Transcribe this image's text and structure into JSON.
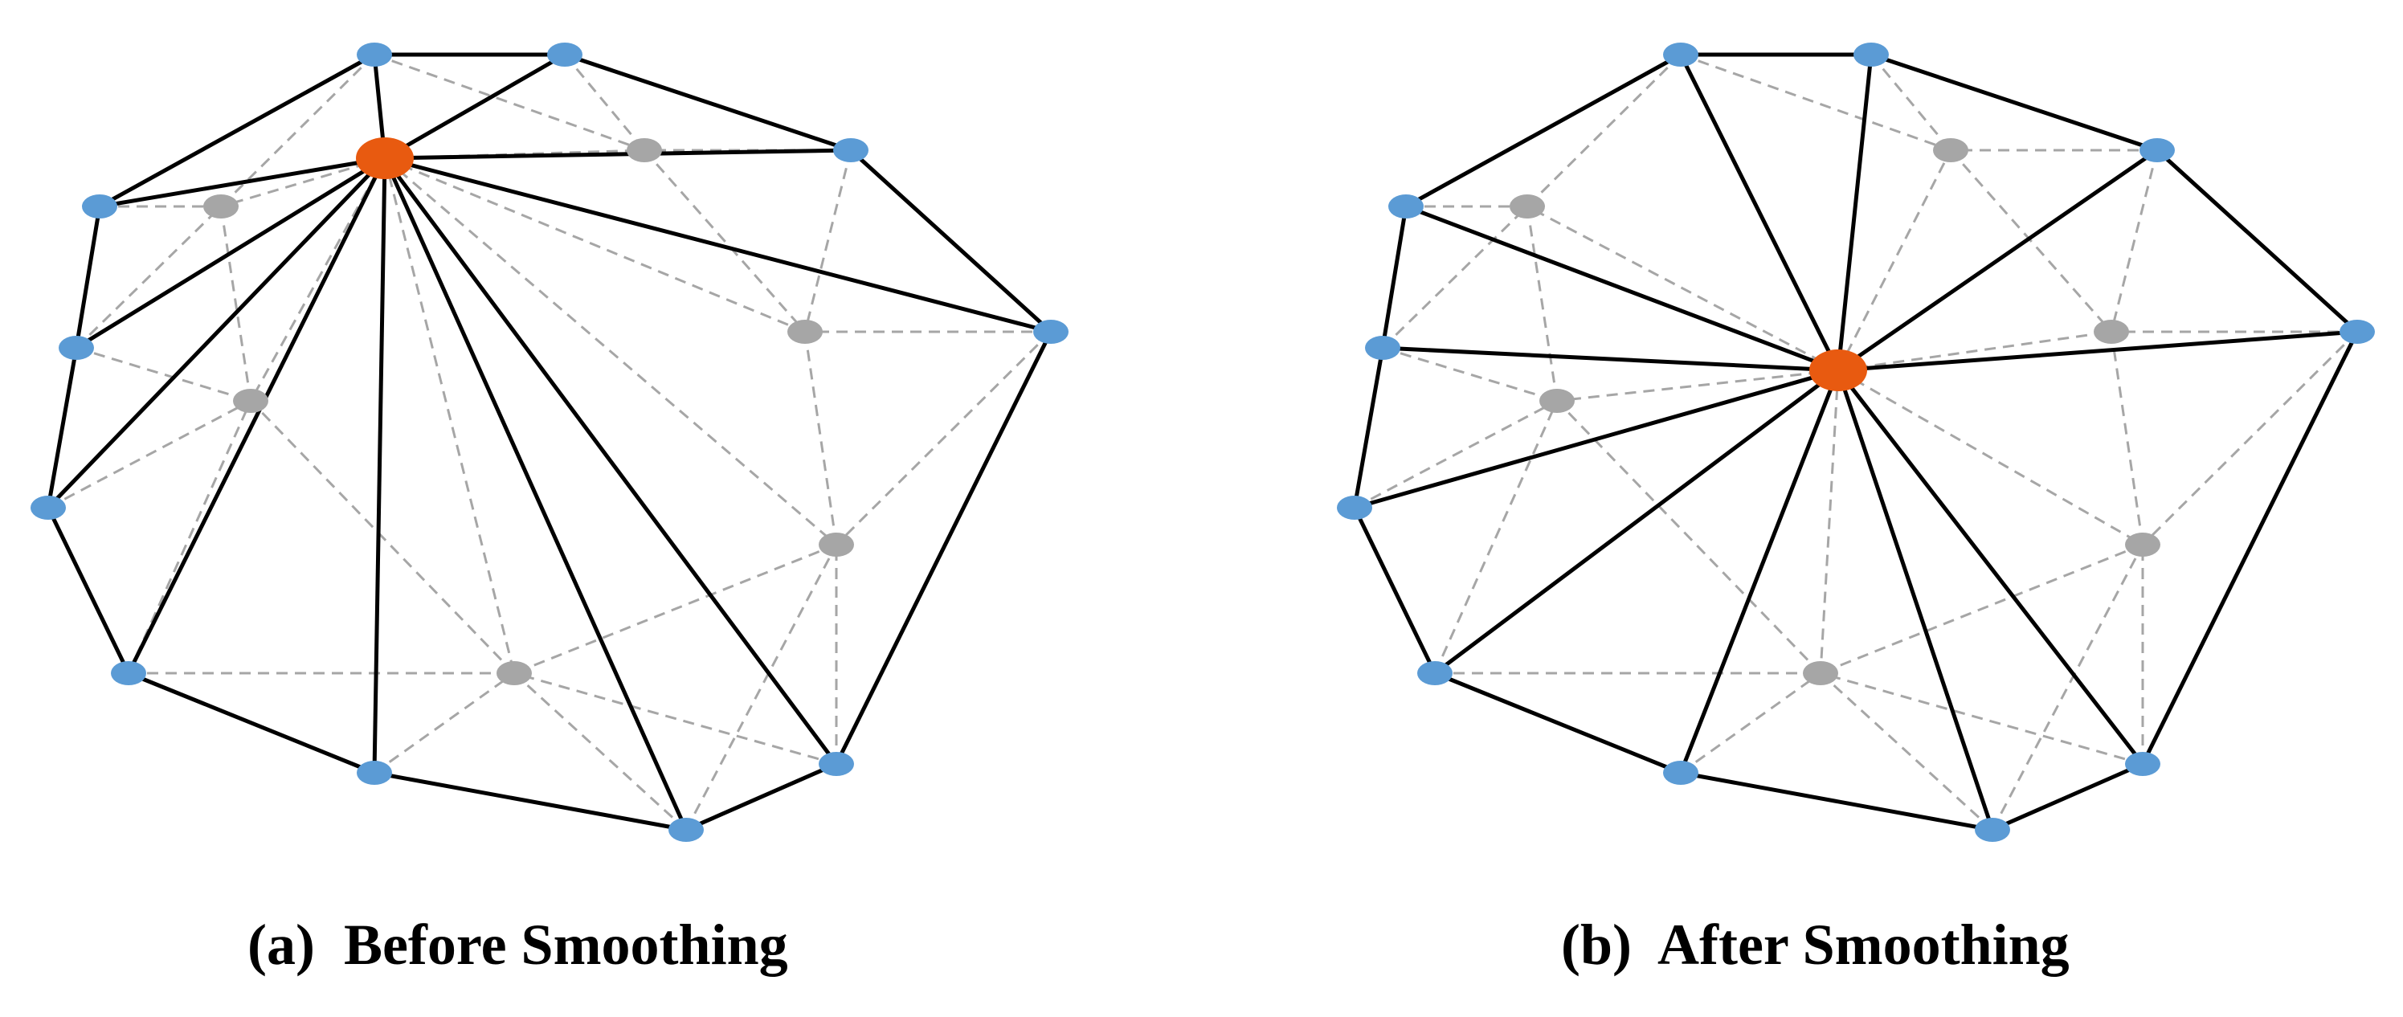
{
  "colors": {
    "boundary_vertex": "#5B9BD5",
    "interior_vertex": "#A6A6A6",
    "smoothed_vertex": "#E85A10",
    "solid_edge": "#000000",
    "dashed_edge": "#A6A6A6",
    "background": "#FFFFFF"
  },
  "panels": [
    {
      "id": "a",
      "caption": "(a)  Before Smoothing"
    },
    {
      "id": "b",
      "caption": "(b)  After Smoothing"
    }
  ]
}
